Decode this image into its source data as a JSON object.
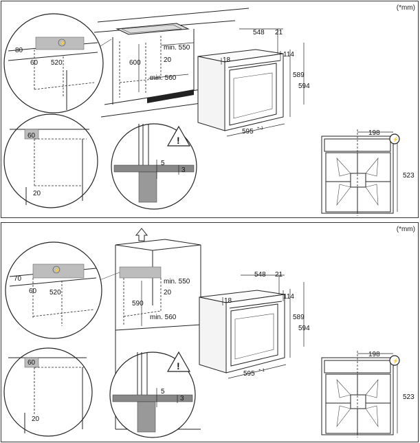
{
  "unit_label": "(*mm)",
  "panels": [
    {
      "labels": {
        "circle1_a": "80",
        "circle1_b": "60",
        "circle1_c": "520",
        "cab_600": "600",
        "cab_550": "min. 550",
        "cab_20": "20",
        "cab_560": "min. 560",
        "circle2_a": "60",
        "circle2_b": "20",
        "circle3_a": "5",
        "circle3_b": "3",
        "oven_548": "548",
        "oven_21": "21",
        "oven_18": "18",
        "oven_114": "114",
        "oven_589": "589",
        "oven_594": "594",
        "oven_595": "595",
        "oven_595_tol": "+-1",
        "hob_198": "198",
        "hob_523": "523"
      }
    },
    {
      "labels": {
        "circle1_a": "70",
        "circle1_b": "60",
        "circle1_c": "520",
        "cab_590": "590",
        "cab_550": "min. 550",
        "cab_20": "20",
        "cab_560": "min. 560",
        "circle2_a": "60",
        "circle2_b": "20",
        "circle3_a": "5",
        "circle3_b": "3",
        "oven_548": "548",
        "oven_21": "21",
        "oven_18": "18",
        "oven_114": "114",
        "oven_589": "589",
        "oven_594": "594",
        "oven_595": "595",
        "oven_595_tol": "+-1",
        "hob_198": "198",
        "hob_523": "523"
      }
    }
  ]
}
